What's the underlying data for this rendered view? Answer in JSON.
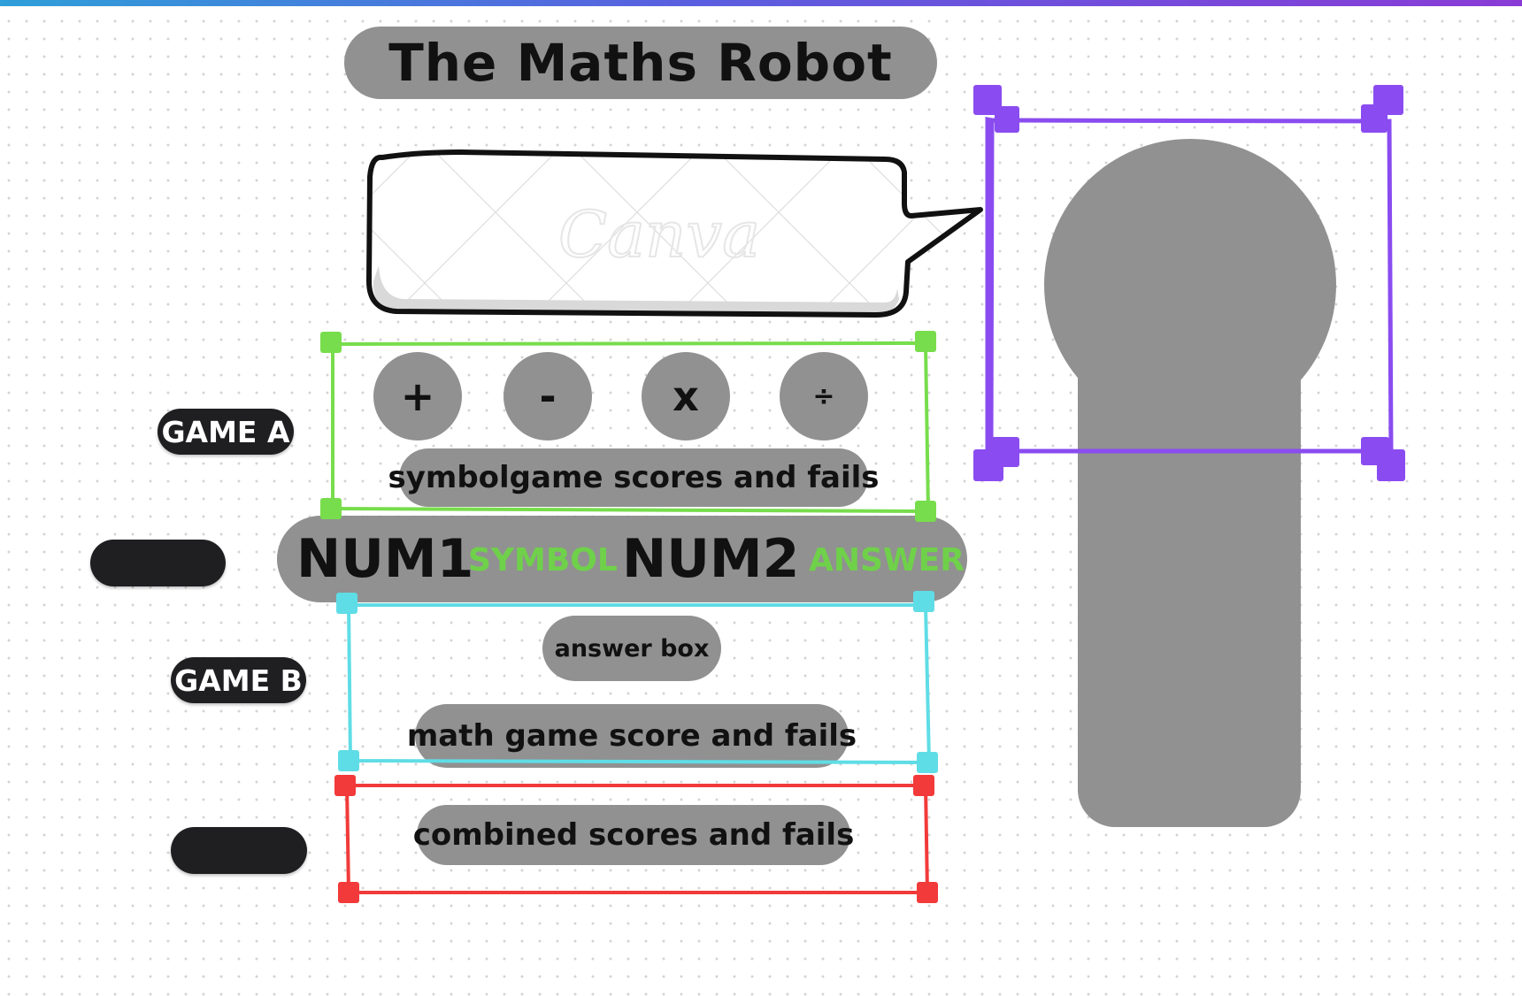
{
  "title": "The Maths Robot",
  "game_a_label": "GAME A",
  "game_b_label": "GAME B",
  "symbol_buttons": [
    "+",
    "-",
    "x",
    "÷"
  ],
  "symbol_game_status": "symbolgame scores and fails",
  "equation": {
    "num1": "NUM1",
    "symbol": "SYMBOL",
    "num2": "NUM2",
    "answer": "ANSWER"
  },
  "answer_box": "answer box",
  "math_game_status": "math game score and fails",
  "combined_status": "combined scores and fails",
  "colors": {
    "pill_gray": "#919191",
    "label_dark": "#1f1f22",
    "equation_green": "#6fd14a",
    "selection_green": "#77dd4c",
    "selection_cyan": "#5fdde6",
    "selection_red": "#f23a3a",
    "selection_purple": "#8a4cf0"
  },
  "icons": [
    "speech-bubble-icon",
    "canva-watermark-icon"
  ],
  "watermark_text": "Canva"
}
